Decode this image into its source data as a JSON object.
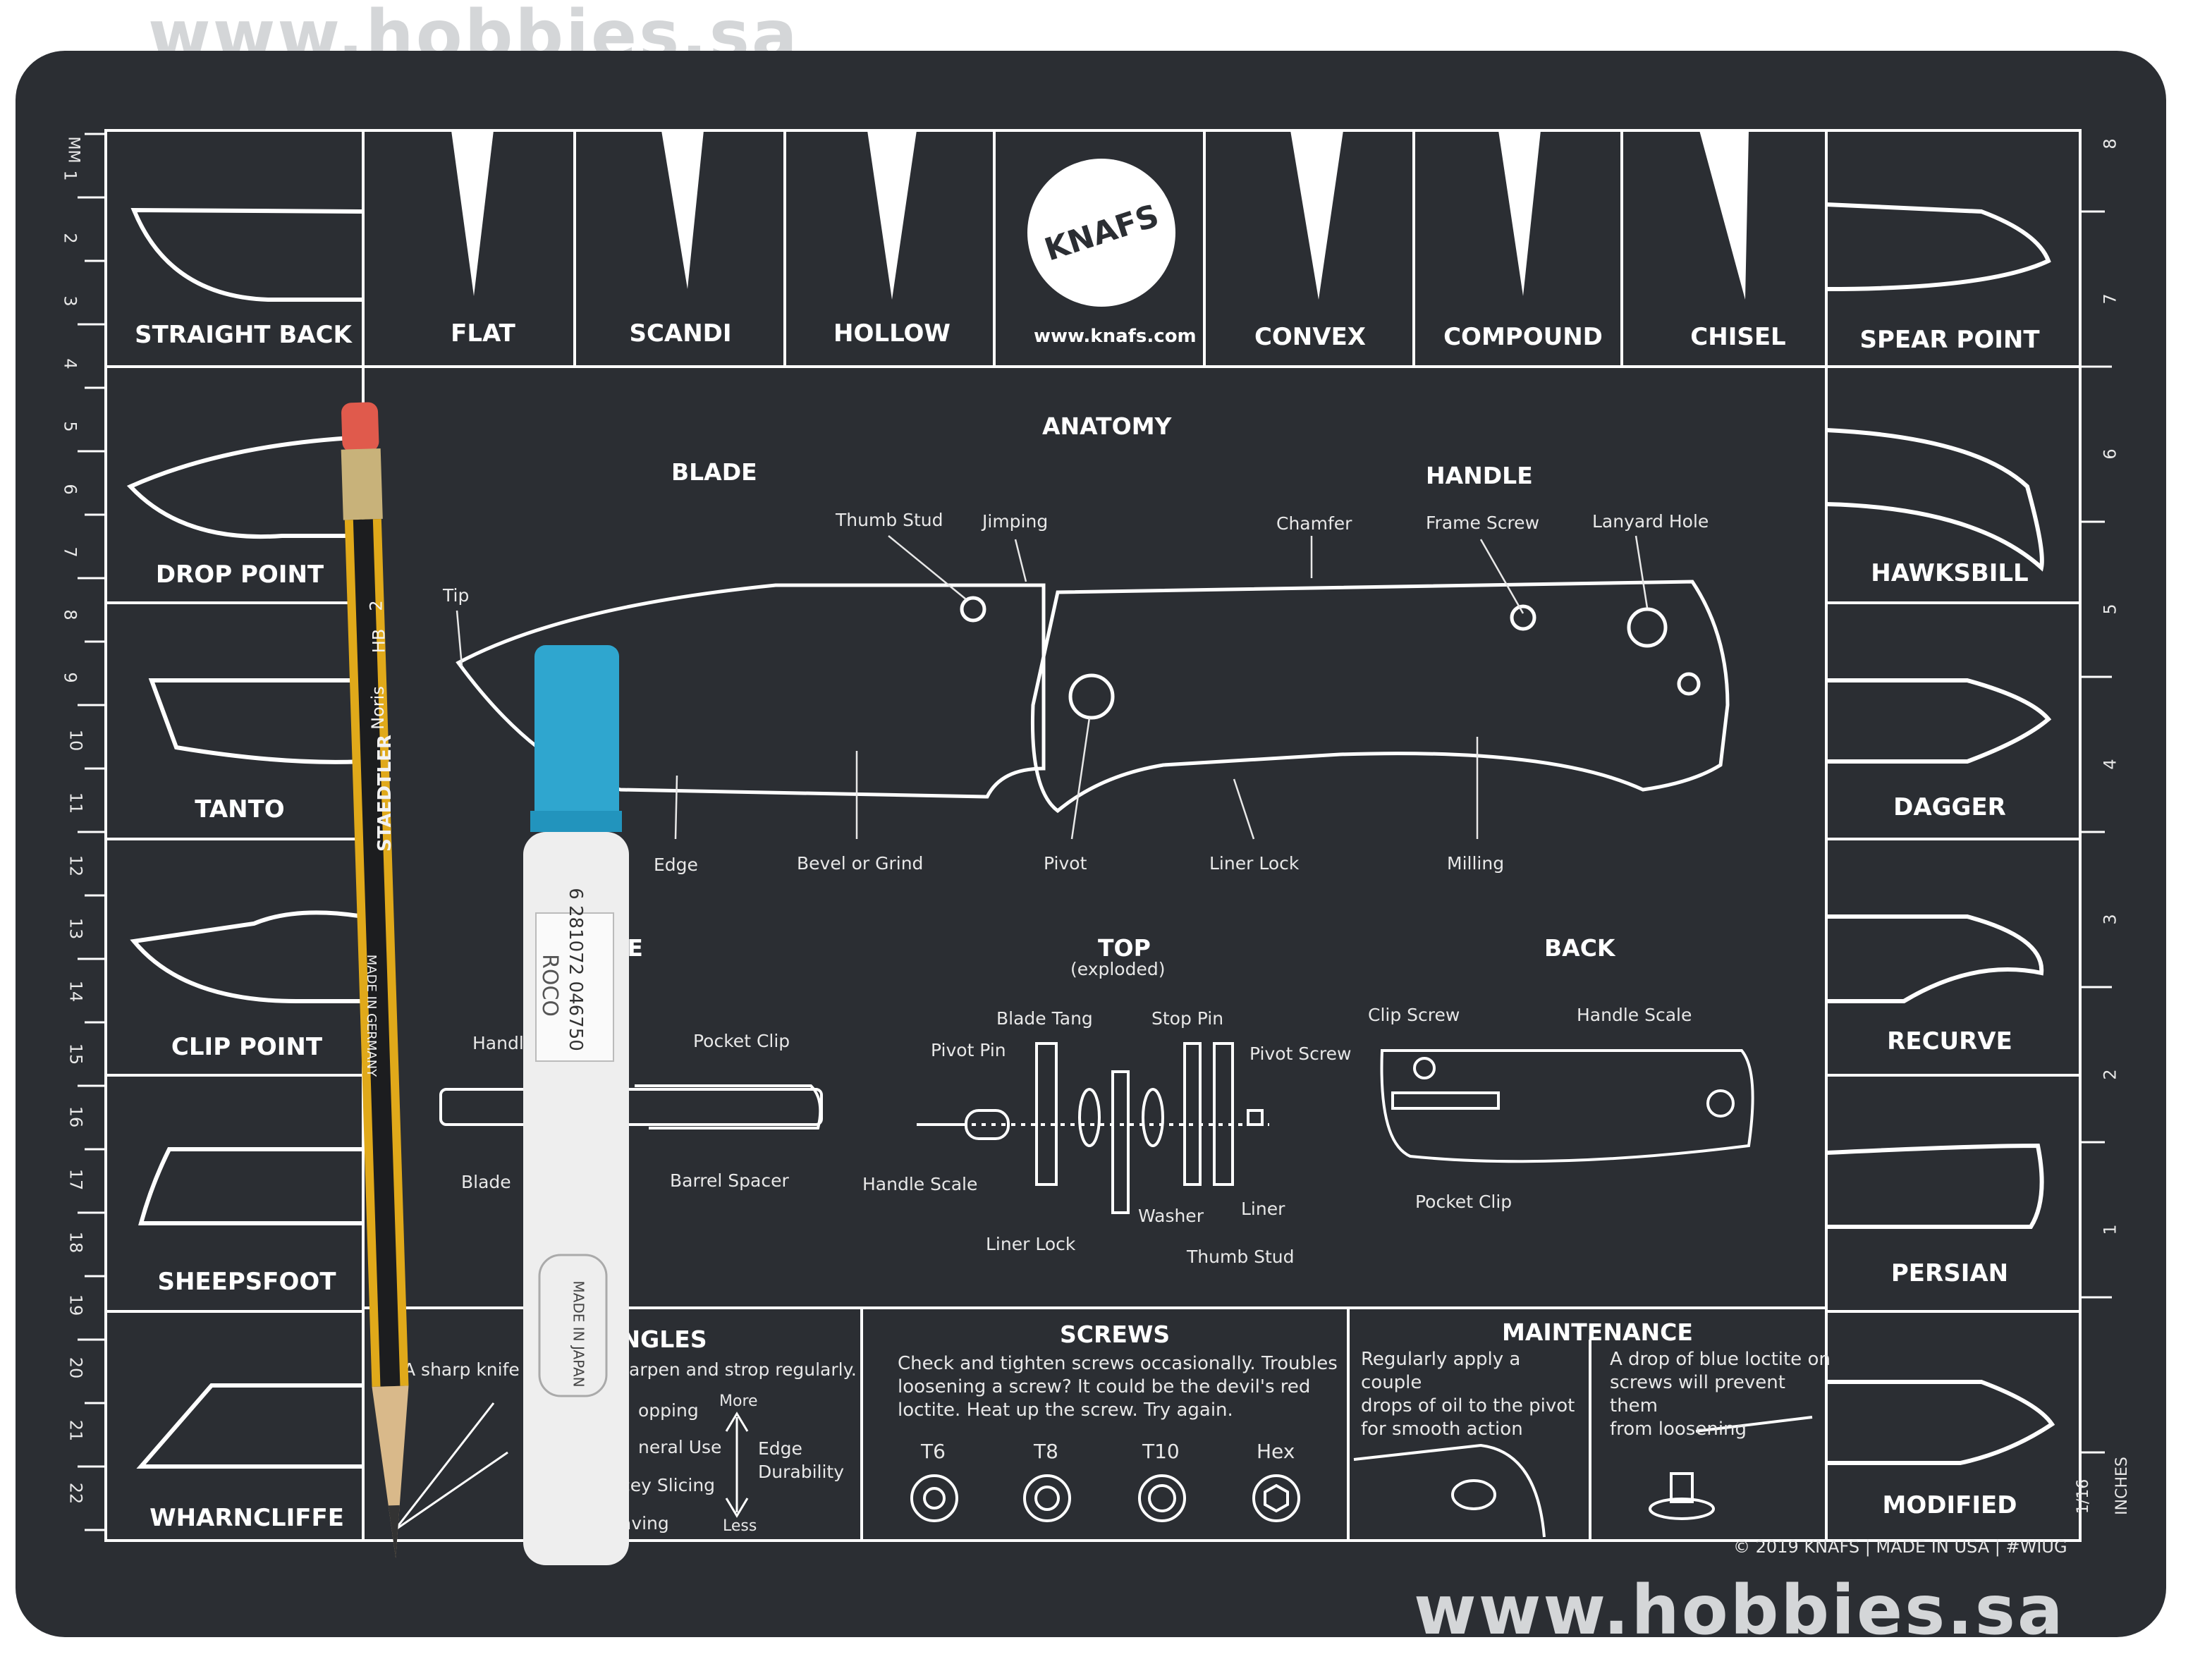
{
  "watermark": {
    "top": "www.hobbies.sa",
    "bottom": "www.hobbies.sa"
  },
  "logo": {
    "text": "KNAFS",
    "url": "www.knafs.com"
  },
  "grinds": [
    "FLAT",
    "SCANDI",
    "HOLLOW",
    "CONVEX",
    "COMPOUND",
    "CHISEL"
  ],
  "shapes_left": [
    "STRAIGHT BACK",
    "DROP POINT",
    "TANTO",
    "CLIP POINT",
    "SHEEPSFOOT",
    "WHARNCLIFFE"
  ],
  "shapes_right": [
    "SPEAR POINT",
    "HAWKSBILL",
    "DAGGER",
    "RECURVE",
    "PERSIAN",
    "MODIFIED"
  ],
  "anatomy": {
    "title": "ANATOMY",
    "blade": "BLADE",
    "handle": "HANDLE",
    "labels": {
      "thumb_stud": "Thumb Stud",
      "jimping": "Jimping",
      "tip": "Tip",
      "edge": "Edge",
      "bevel": "Bevel or Grind",
      "pivot": "Pivot",
      "liner_lock": "Liner Lock",
      "milling": "Milling",
      "chamfer": "Chamfer",
      "frame_screw": "Frame Screw",
      "lanyard_hole": "Lanyard Hole"
    }
  },
  "side": {
    "title": "DE",
    "handle": "Handl",
    "pocket_clip": "Pocket Clip",
    "blade": "Blade",
    "barrel_spacer": "Barrel Spacer"
  },
  "top": {
    "title": "TOP",
    "subtitle": "(exploded)",
    "labels": {
      "blade_tang": "Blade Tang",
      "stop_pin": "Stop Pin",
      "pivot_pin": "Pivot Pin",
      "pivot_screw": "Pivot Screw",
      "handle_scale": "Handle Scale",
      "washer": "Washer",
      "liner": "Liner",
      "liner_lock": "Liner Lock",
      "thumb_stud": "Thumb Stud"
    }
  },
  "back": {
    "title": "BACK",
    "clip_screw": "Clip Screw",
    "handle_scale": "Handle Scale",
    "pocket_clip": "Pocket Clip"
  },
  "angles": {
    "title": "ANGLES",
    "line1": "A sharp knife",
    "line2": "arpen and strop regularly.",
    "items": [
      "opping",
      "neral Use",
      "cey Slicing",
      "aving"
    ],
    "more": "More",
    "less": "Less",
    "label1": "Edge",
    "label2": "Durability"
  },
  "screws": {
    "title": "SCREWS",
    "text": [
      "Check and tighten screws occasionally. Troubles",
      "loosening a screw? It could be the devil's red",
      "loctite. Heat up the screw. Try again."
    ],
    "types": [
      "T6",
      "T8",
      "T10",
      "Hex"
    ]
  },
  "maintenance": {
    "title": "MAINTENANCE",
    "left": [
      "Regularly apply a couple",
      "drops of oil to the pivot",
      "for smooth action"
    ],
    "right": [
      "A drop of blue loctite on",
      "screws will prevent them",
      "from loosening"
    ]
  },
  "footer": "© 2019 KNAFS  |  MADE IN USA  |  #WIUG",
  "ruler": {
    "mm_label": "MM",
    "mm": [
      "1",
      "2",
      "3",
      "4",
      "5",
      "6",
      "7",
      "8",
      "9",
      "10",
      "11",
      "12",
      "13",
      "14",
      "15",
      "16",
      "17",
      "18",
      "19",
      "20",
      "21",
      "22"
    ],
    "inch_label": "INCHES",
    "fraction": "1/16",
    "inches": [
      "1",
      "2",
      "3",
      "4",
      "5",
      "6",
      "7",
      "8"
    ]
  },
  "pencil": {
    "brand": "STAEDTLER",
    "model": "Noris",
    "grade": "HB",
    "number": "2",
    "origin": "MADE IN GERMANY"
  },
  "marker": {
    "barcode": "6 281072 046750",
    "brand": "ROCO",
    "origin": "MADE IN JAPAN"
  },
  "colors": {
    "mat": "#2b2e33",
    "line": "#ffffff",
    "marker_cap": "#2fa6cf",
    "pencil": "#e0a91a"
  }
}
